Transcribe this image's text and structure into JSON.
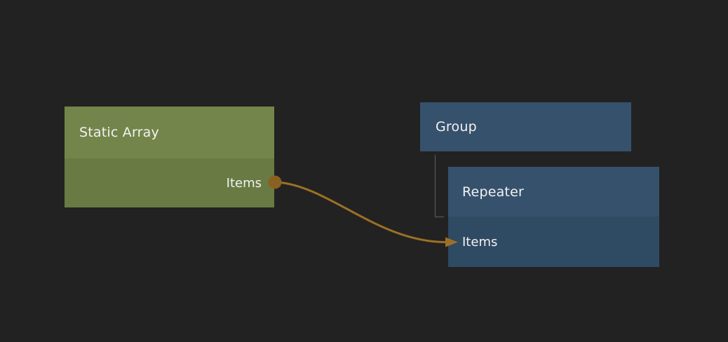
{
  "canvas": {
    "background": "#222222"
  },
  "nodes": {
    "static_array": {
      "title": "Static Array",
      "output_port": "Items",
      "header_color": "#73854a",
      "body_color": "#697a43"
    },
    "group": {
      "title": "Group",
      "color": "#36516c"
    },
    "repeater": {
      "title": "Repeater",
      "input_port": "Items",
      "header_color": "#36516c",
      "body_color": "#2f4a63"
    }
  },
  "connections": {
    "wire": {
      "from_node": "Static Array",
      "from_port": "Items",
      "to_node": "Repeater",
      "to_port": "Items",
      "color": "#9d7124",
      "dot_color": "#8a6120"
    },
    "hierarchy": {
      "parent": "Group",
      "child": "Repeater",
      "color": "#565656"
    }
  },
  "text_color": "#f2f2f2"
}
